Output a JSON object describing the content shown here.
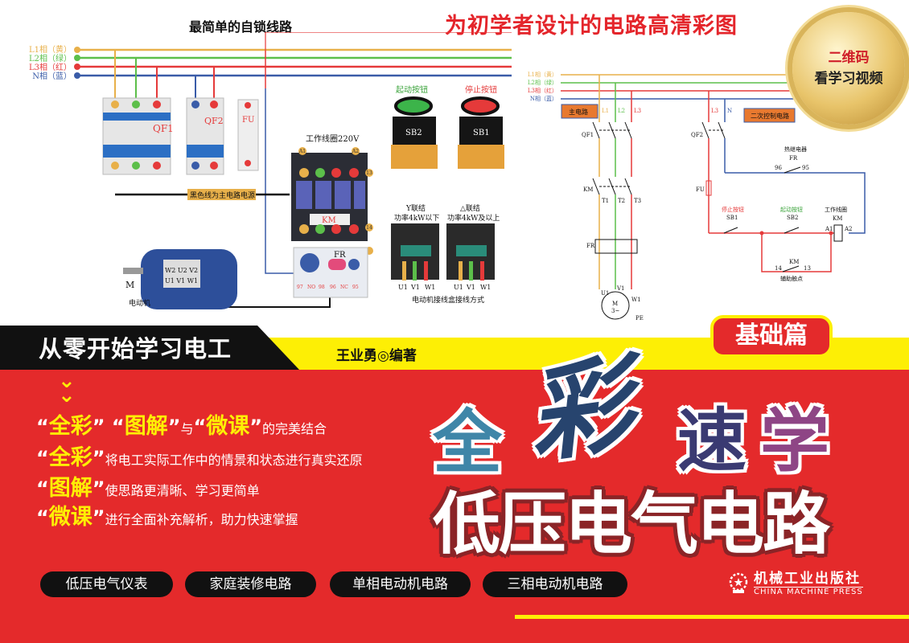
{
  "top": {
    "diagram_title": "最简单的自锁线路",
    "headline": "为初学者设计的电路高清彩图",
    "badge": {
      "line1": "二维码",
      "line2": "看学习视频"
    }
  },
  "wiring_photo": {
    "phase_labels": [
      "L1相（黄）",
      "L2相（绿）",
      "L3相（红）",
      "N相（蓝）"
    ],
    "qf1": "QF1",
    "qf2": "QF2",
    "fu": "FU",
    "coil_label": "工作线圈220V",
    "km": "KM",
    "fr": "FR",
    "black_wire_note": "黑色线为主电路电源",
    "start_button": "起动按钮",
    "stop_button": "停止按钮",
    "sb2": "SB2",
    "sb1": "SB1",
    "a1": "A1",
    "a2": "A2",
    "t13": "13",
    "t14": "14",
    "fr_terminals": [
      "97",
      "NO",
      "98",
      "96",
      "NC",
      "95"
    ],
    "motor_letter": "M",
    "motor_label": "电动机",
    "motor_terms_top": "W2 U2 V2",
    "motor_terms_bottom": "U1 V1 W1",
    "star": {
      "title": "Y联结",
      "note": "功率4kW以下"
    },
    "delta": {
      "title": "△联结",
      "note": "功率4kW及以上"
    },
    "terminal_labels": [
      "U1",
      "V1",
      "W1"
    ],
    "box_caption": "电动机接线盒接线方式"
  },
  "schematic": {
    "phase_labels": [
      "L1相（黄）",
      "L2相（绿）",
      "L3相（红）",
      "N相（蓝）"
    ],
    "main_circuit": "主电路",
    "control_circuit": "二次控制电路",
    "main_lines": [
      "L1",
      "L2",
      "L3"
    ],
    "ctrl_lines": [
      "L3",
      "N"
    ],
    "qf1": "QF1",
    "qf2": "QF2",
    "km": "KM",
    "fr": "FR",
    "fu": "FU",
    "t_labels": [
      "T1",
      "T2",
      "T3"
    ],
    "motor_terms": [
      "U1",
      "V1",
      "W1"
    ],
    "motor": "M",
    "motor_sub": "3~",
    "pe": "PE",
    "thermal_relay": "热继电器",
    "fr_96": "96",
    "fr_95": "95",
    "stop_button": "停止按钮",
    "sb1": "SB1",
    "start_button": "起动按钮",
    "sb2": "SB2",
    "coil": "工作线圈",
    "a1": "A1",
    "a2": "A2",
    "aux_14": "14",
    "aux_13": "13",
    "aux_label": "辅助触点"
  },
  "cover": {
    "series": "从零开始学习电工",
    "author": "王业勇◎编著",
    "level": "基础篇",
    "chevron": "»",
    "features": [
      {
        "q1": "全彩",
        "q2": "图解",
        "mid": "与",
        "q3": "微课",
        "text": "的完美结合"
      },
      {
        "q": "全彩",
        "text": "将电工实际工作中的情景和状态进行真实还原"
      },
      {
        "q": "图解",
        "text": "使思路更清晰、学习更简单"
      },
      {
        "q": "微课",
        "text": "进行全面补充解析，助力快速掌握"
      }
    ],
    "title_chars": [
      "全",
      "彩",
      "速",
      "学"
    ],
    "subtitle": "低压电气电路",
    "topics": [
      "低压电气仪表",
      "家庭装修电路",
      "单相电动机电路",
      "三相电动机电路"
    ],
    "publisher_cn": "机械工业出版社",
    "publisher_en": "CHINA MACHINE PRESS",
    "colors": {
      "red": "#e42a2b",
      "yellow": "#fdef05",
      "l1": "#e8b04a",
      "l2": "#5cbf4a",
      "l3": "#e53a3a",
      "n": "#3a5ca8"
    }
  }
}
